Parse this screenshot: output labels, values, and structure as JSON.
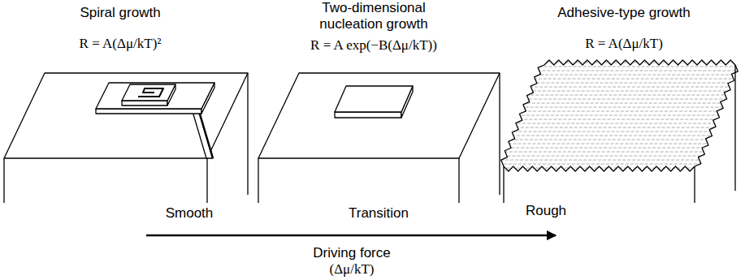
{
  "diagram": {
    "labels": [
      "Spiral growth",
      "R = A(Δμ/kT)²",
      "Two-dimensional nucleation growth",
      "R = A exp(−B(Δμ/kT))",
      "Adhesive-type growth",
      "R = A(Δμ/kT)",
      "Smooth",
      "Transition",
      "Rough",
      "Driving force",
      "(Δμ/kT)"
    ]
  }
}
